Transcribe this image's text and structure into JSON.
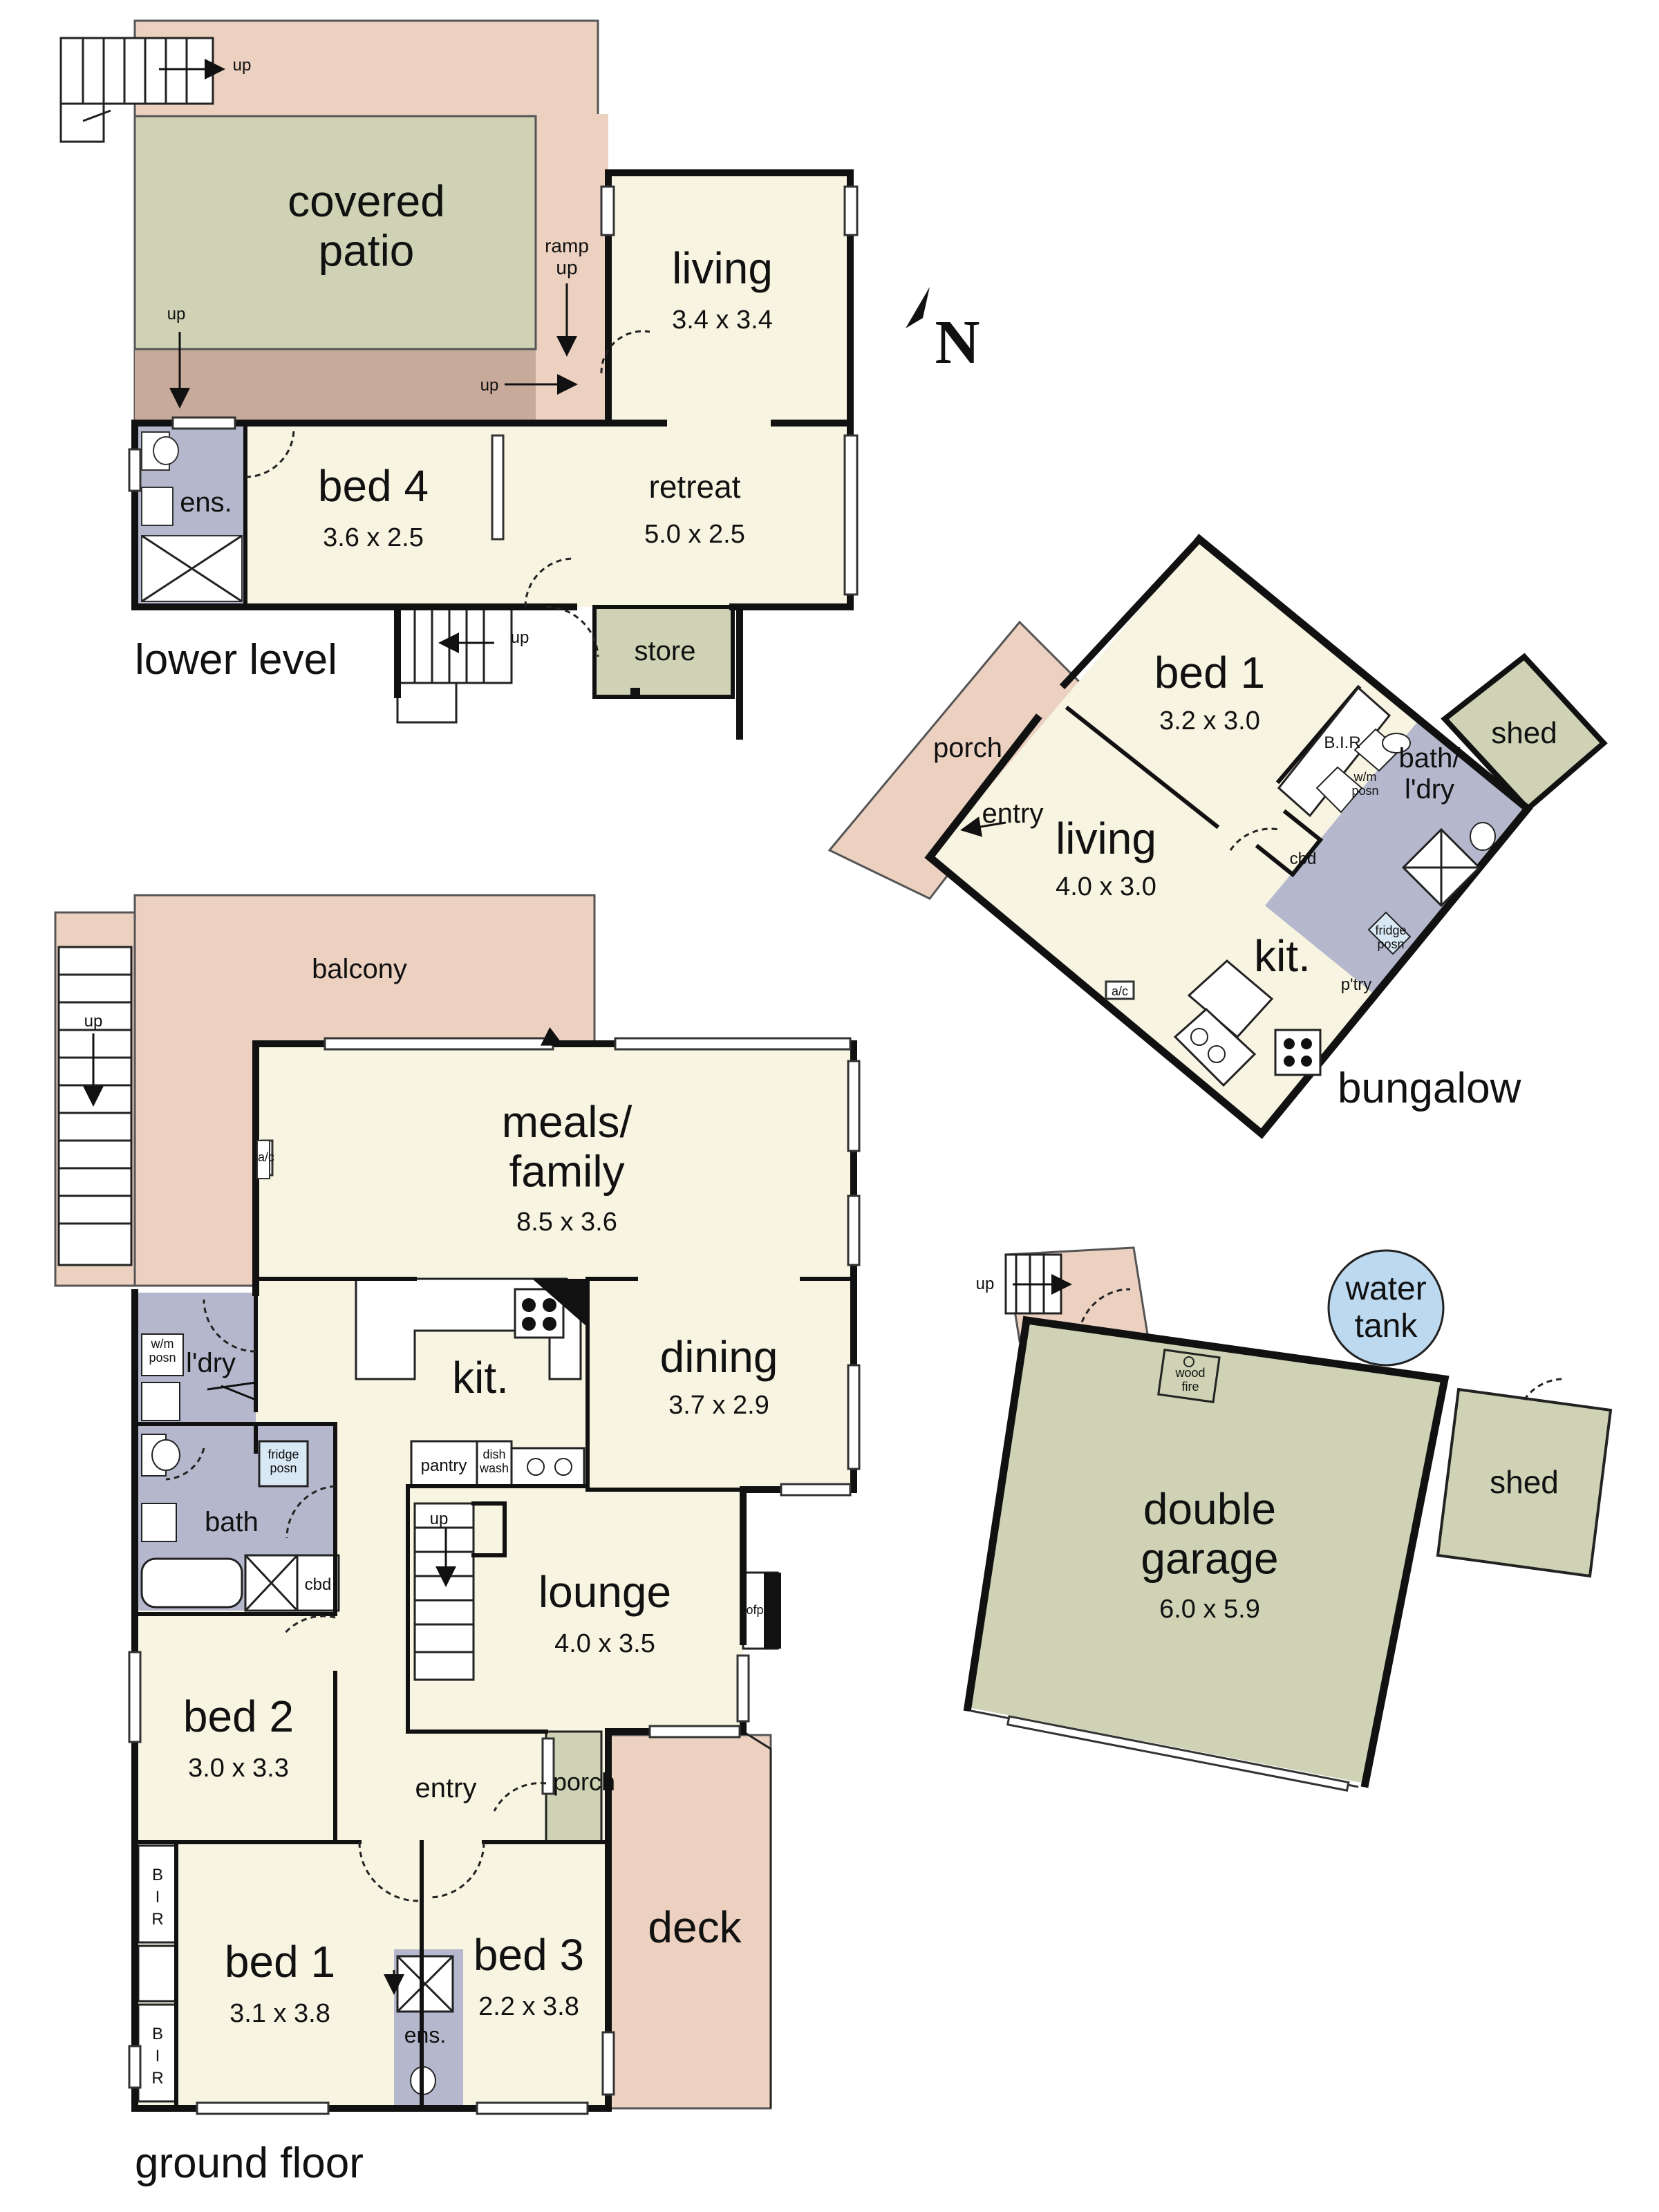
{
  "colors": {
    "floor": "#f7f4e1",
    "outdoor": "#ecd1c1",
    "outdoor_dark": "#c8aa9a",
    "green": "#cfd2b4",
    "wet": "#b5b8cd",
    "white": "#ffffff",
    "wall": "#111111",
    "tank": "#bcd9f0"
  },
  "north": "N",
  "lower_level": {
    "caption": "lower level",
    "covered_patio": "covered\npatio",
    "ramp_up": "ramp\nup",
    "up_labels": [
      "up",
      "up",
      "up",
      "up"
    ],
    "living": {
      "name": "living",
      "dims": "3.4 x 3.4"
    },
    "bed4": {
      "name": "bed 4",
      "dims": "3.6 x 2.5"
    },
    "retreat": {
      "name": "retreat",
      "dims": "5.0 x 2.5"
    },
    "ens": "ens.",
    "store": "store"
  },
  "bungalow": {
    "caption": "bungalow",
    "bed1": {
      "name": "bed 1",
      "dims": "3.2 x 3.0"
    },
    "living": {
      "name": "living",
      "dims": "4.0 x 3.0"
    },
    "porch": "porch",
    "entry": "entry",
    "shed": "shed",
    "bir": "B.I.R",
    "wm_posn": "w/m\nposn",
    "bath_ldry": "bath/\nl'dry",
    "cbd": "cbd",
    "kit": "kit.",
    "fridge_posn": "fridge\nposn",
    "ptry": "p'try",
    "ac": "a/c"
  },
  "ground_floor": {
    "caption": "ground floor",
    "balcony": "balcony",
    "up": "up",
    "meals_family": {
      "name": "meals/\nfamily",
      "dims": "8.5 x 3.6"
    },
    "ac": "a/c",
    "ldry": "l'dry",
    "wm_posn": "w/m\nposn",
    "kit": "kit.",
    "fridge_posn": "fridge\nposn",
    "dining": {
      "name": "dining",
      "dims": "3.7 x 2.9"
    },
    "pantry": "pantry",
    "dish_wash": "dish\nwash",
    "bath": "bath",
    "cbd": "cbd",
    "lounge": {
      "name": "lounge",
      "dims": "4.0 x 3.5"
    },
    "ofp": "ofp",
    "stair_up": "up",
    "bed2": {
      "name": "bed 2",
      "dims": "3.0 x 3.3"
    },
    "entry": "entry",
    "porch": "porch",
    "deck": "deck",
    "bir": [
      "B",
      "I",
      "R"
    ],
    "bed1": {
      "name": "bed 1",
      "dims": "3.1 x 3.8"
    },
    "bed3": {
      "name": "bed 3",
      "dims": "2.2 x 3.8"
    },
    "ens": "ens."
  },
  "garage": {
    "up": "up",
    "water_tank": "water\ntank",
    "wood_fire": "wood\nfire",
    "name": "double\ngarage",
    "dims": "6.0 x 5.9",
    "shed": "shed"
  }
}
